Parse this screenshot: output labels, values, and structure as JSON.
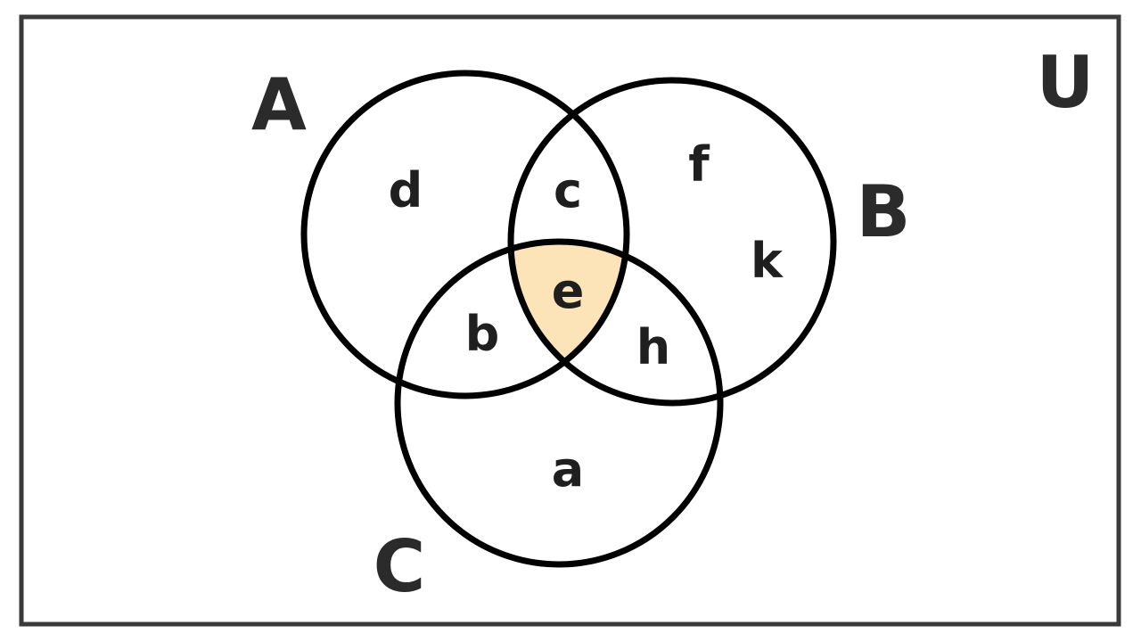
{
  "universe": {
    "label": "U"
  },
  "sets": {
    "A": {
      "label": "A"
    },
    "B": {
      "label": "B"
    },
    "C": {
      "label": "C"
    }
  },
  "regions": {
    "a_only": "d",
    "a_b": "c",
    "b_only_top": "f",
    "b_only_right": "k",
    "a_b_c": "e",
    "a_c": "b",
    "b_c": "h",
    "c_only": "a"
  },
  "colors": {
    "border": "#3a3a3a",
    "circle_stroke": "#000000",
    "highlight_fill": "#fde3b8",
    "text": "#1f1f1f"
  },
  "highlighted_region": "a_b_c"
}
